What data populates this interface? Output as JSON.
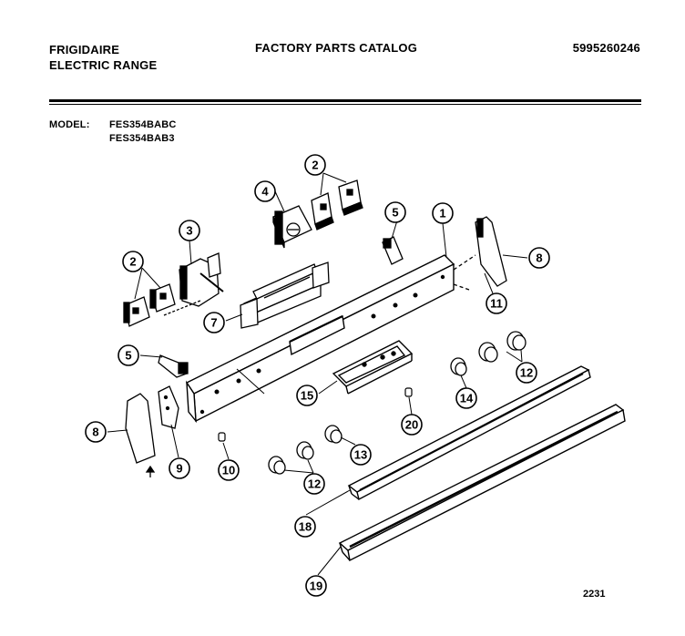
{
  "header": {
    "brand": "FRIGIDAIRE",
    "product": "ELECTRIC RANGE",
    "title": "FACTORY PARTS CATALOG",
    "catalog_number": "5995260246"
  },
  "model": {
    "label": "MODEL:",
    "numbers": [
      "FES354BABC",
      "FES354BAB3"
    ]
  },
  "diagram_number": "2231",
  "callouts": [
    "1",
    "2",
    "2",
    "3",
    "4",
    "5",
    "5",
    "7",
    "8",
    "8",
    "9",
    "10",
    "11",
    "12",
    "12",
    "13",
    "14",
    "15",
    "18",
    "19",
    "20"
  ]
}
